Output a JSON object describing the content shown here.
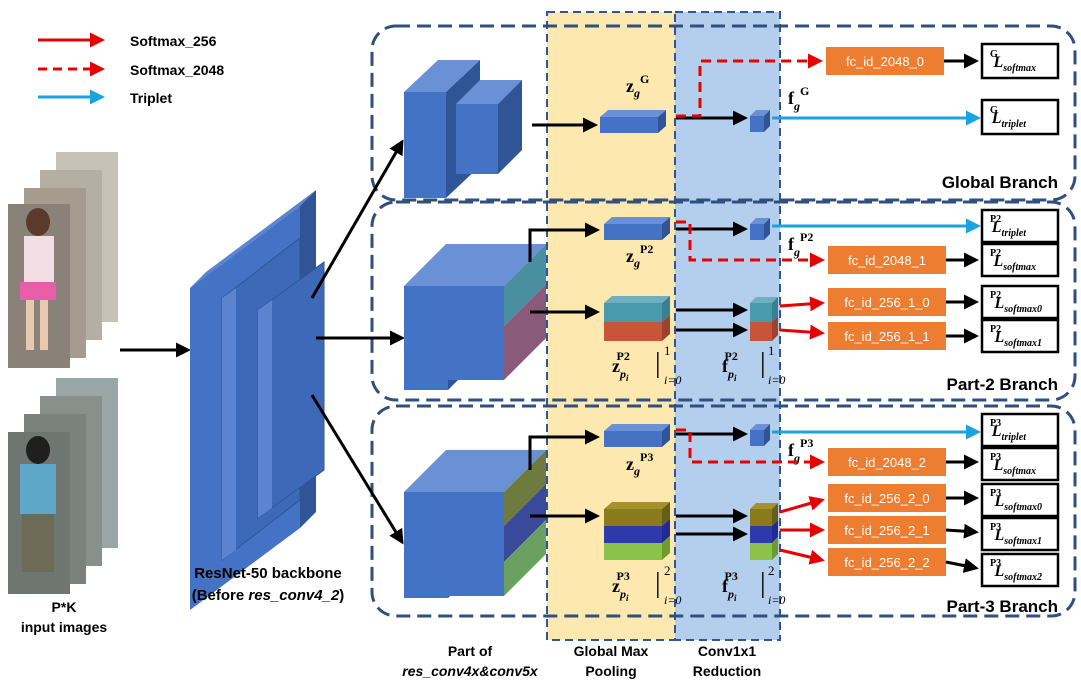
{
  "legend": {
    "items": [
      {
        "label": "Softmax_256",
        "color": "#e60000",
        "style": "solid"
      },
      {
        "label": "Softmax_2048",
        "color": "#e60000",
        "style": "dashed"
      },
      {
        "label": "Triplet",
        "color": "#1aa3e0",
        "style": "solid"
      }
    ]
  },
  "input": {
    "line1": "P*K",
    "line2": "input images"
  },
  "backbone": {
    "line1": "ResNet-50 backbone",
    "line2_prefix": "(Before ",
    "line2_italic": "res_conv4_2",
    "line2_suffix": ")"
  },
  "columns": {
    "part_of_line1": "Part of",
    "part_of_line2": "res_conv4x&conv5x",
    "gmp_line1": "Global Max",
    "gmp_line2": "Pooling",
    "conv_line1": "Conv1x1",
    "conv_line2": "Reduction"
  },
  "branches": {
    "global": "Global Branch",
    "part2": "Part-2 Branch",
    "part3": "Part-3 Branch"
  },
  "fc": {
    "g_2048": "fc_id_2048_0",
    "p2_2048": "fc_id_2048_1",
    "p2_256_0": "fc_id_256_1_0",
    "p2_256_1": "fc_id_256_1_1",
    "p3_2048": "fc_id_2048_2",
    "p3_256_0": "fc_id_256_2_0",
    "p3_256_1": "fc_id_256_2_1",
    "p3_256_2": "fc_id_256_2_2"
  },
  "losses": {
    "L": "L",
    "softmax": "softmax",
    "triplet": "triplet",
    "softmax0": "softmax0",
    "softmax1": "softmax1",
    "softmax2": "softmax2",
    "G": "G",
    "P2": "P2",
    "P3": "P3"
  },
  "features": {
    "z": "z",
    "f": "f",
    "g": "g",
    "p": "p",
    "i": "i",
    "G": "G",
    "P2": "P2",
    "P3": "P3",
    "bar": "|",
    "one": "1",
    "two": "2",
    "i_eq_0": "i=0"
  },
  "colors": {
    "block": "#4472c4",
    "block_dark": "#2f5597",
    "fc_fill": "#ed7d31",
    "gmp_bg": "#fde9b0",
    "conv_bg": "#b4cfee",
    "branch_border": "#2f4f7f",
    "red": "#e60000",
    "blue": "#1aa3e0"
  }
}
